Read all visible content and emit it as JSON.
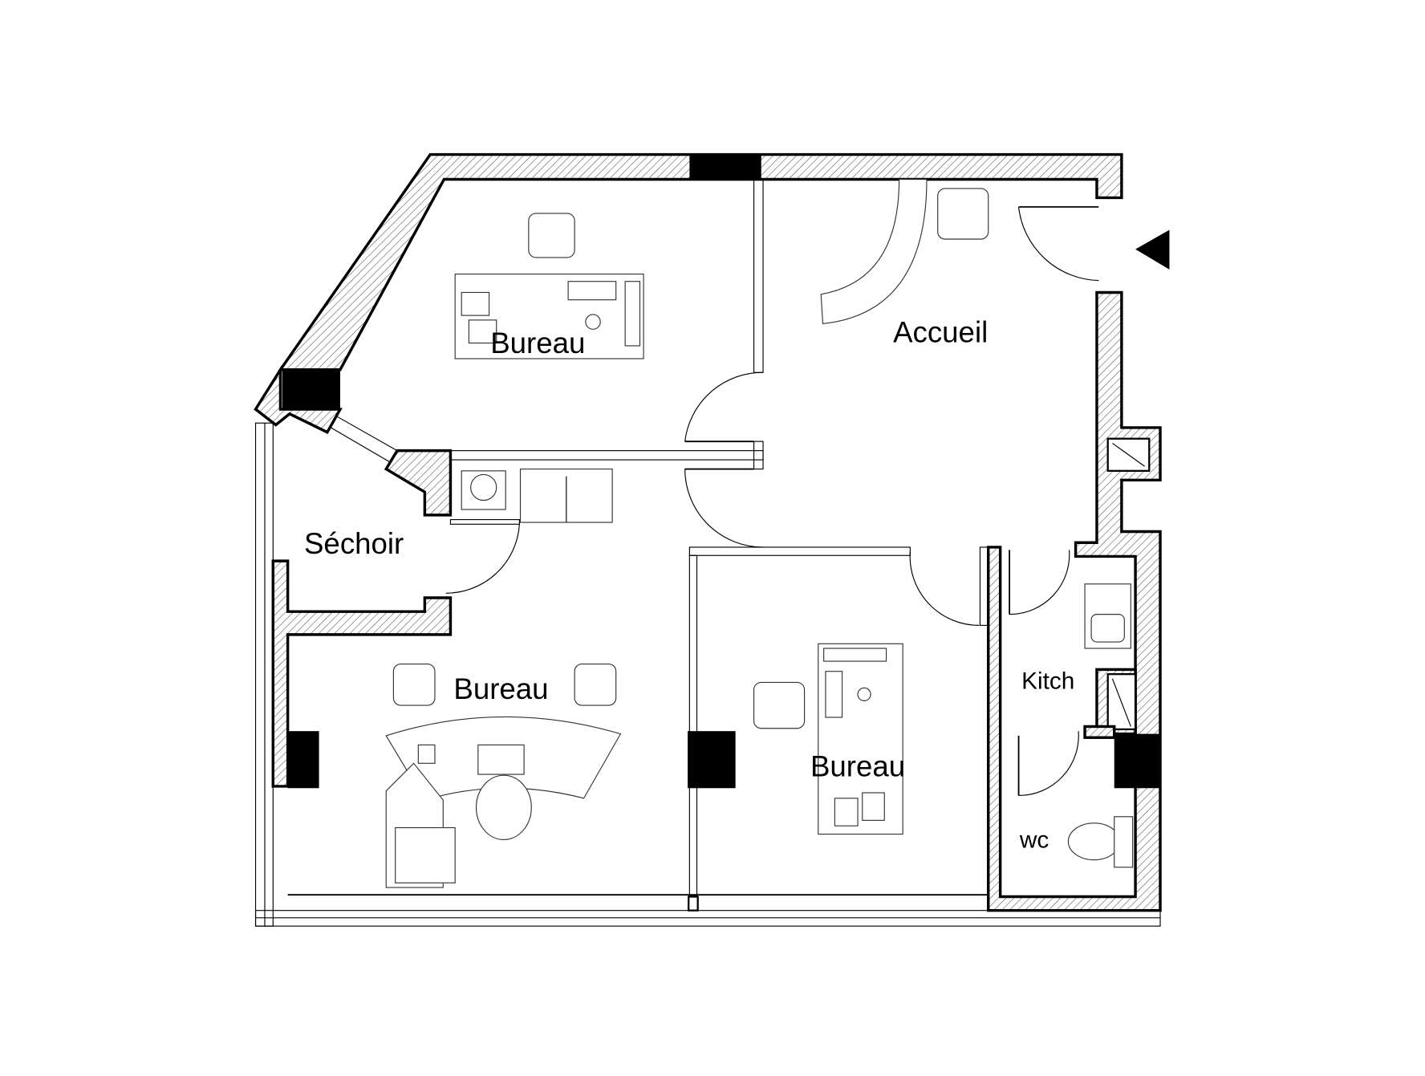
{
  "plan": {
    "rooms": [
      {
        "id": "bureau-top",
        "label": "Bureau"
      },
      {
        "id": "accueil",
        "label": "Accueil"
      },
      {
        "id": "sechoir",
        "label": "Séchoir"
      },
      {
        "id": "bureau-left",
        "label": "Bureau"
      },
      {
        "id": "bureau-right",
        "label": "Bureau"
      },
      {
        "id": "kitchen",
        "label": "Kitch"
      },
      {
        "id": "wc",
        "label": "wc"
      }
    ],
    "entrance_icon": "entrance-arrow-icon",
    "colors": {
      "wall_outline": "#000000",
      "hatch": "#555555",
      "background": "#ffffff"
    }
  }
}
